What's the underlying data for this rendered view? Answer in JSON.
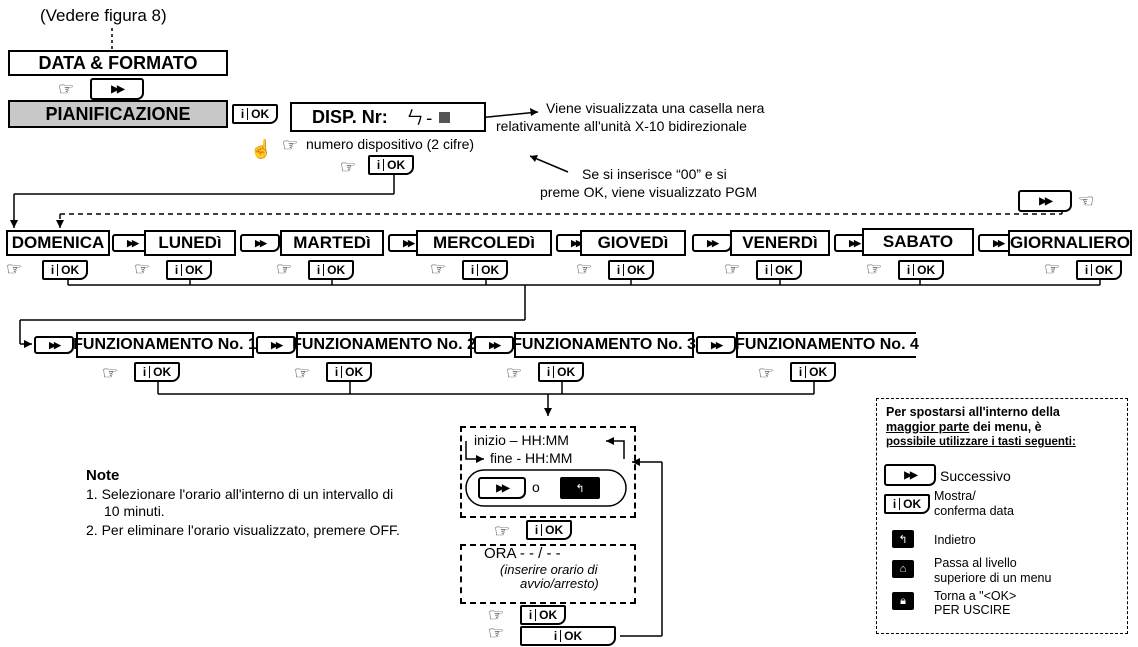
{
  "top_note": "(Vedere figura 8)",
  "menus": {
    "data_formato": "DATA & FORMATO",
    "pianificazione": "PIANIFICAZIONE",
    "disp_nr": "DISP. Nr:",
    "disp_digits": "ㄣ-"
  },
  "annotations": {
    "black_box_line1": "Viene visualizzata una casella nera",
    "black_box_line2": "relativamente all'unità X-10 bidirezionale",
    "device_number": "numero dispositivo (2 cifre)",
    "pgm_line1": "Se si inserisce “00” e si",
    "pgm_line2": "preme OK, viene visualizzato PGM"
  },
  "days": [
    "DOMENICA",
    "LUNEDì",
    "MARTEDì",
    "MERCOLEDì",
    "GIOVEDì",
    "VENERDì",
    "SABATO",
    "GIORNALIERO"
  ],
  "functions": [
    "FUNZIONAMENTO No. 1",
    "FUNZIONAMENTO No. 2",
    "FUNZIONAMENTO No. 3",
    "FUNZIONAMENTO No. 4"
  ],
  "keys": {
    "ok": "OK",
    "ok_i": "i",
    "fwd": "▶▶",
    "back": "↰",
    "or": "o"
  },
  "time": {
    "start": "inizio – HH:MM",
    "end": "fine -  HH:MM",
    "ora": "ORA - - / - -",
    "ora_hint_line1": "(inserire orario di",
    "ora_hint_line2": "avvio/arresto)"
  },
  "notes": {
    "title": "Note",
    "item1_line1": "1. Selezionare l'orario all'interno di un intervallo di",
    "item1_line2": "10 minuti.",
    "item2": "2. Per eliminare l'orario visualizzato, premere OFF."
  },
  "legend": {
    "intro_line1": "Per spostarsi all'interno della",
    "intro_line2_a": "maggior parte",
    "intro_line2_b": " dei menu, è",
    "intro_line3": "possibile utilizzare i tasti seguenti:",
    "next": "Successivo",
    "show_line1": "Mostra/",
    "show_line2": "conferma data",
    "back": "Indietro",
    "up_line1": "Passa al livello",
    "up_line2": "superiore di un menu",
    "exit_line1": "Torna a \"<OK>",
    "exit_line2": "PER USCIRE",
    "icons": [
      "fwd-key-icon",
      "ok-key-icon",
      "back-icon",
      "menu-up-icon",
      "lock-icon"
    ]
  }
}
